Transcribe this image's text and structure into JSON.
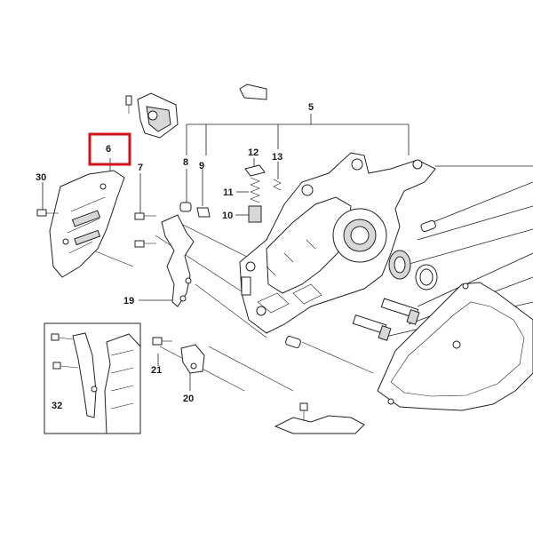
{
  "callouts": {
    "c5": "5",
    "c6": "6",
    "c7": "7",
    "c8": "8",
    "c9": "9",
    "c10": "10",
    "c11": "11",
    "c12": "12",
    "c13": "13",
    "c19": "19",
    "c20": "20",
    "c21": "21",
    "c30": "30",
    "c32": "32"
  },
  "highlight": {
    "color": "#d0121b",
    "part": "6"
  }
}
